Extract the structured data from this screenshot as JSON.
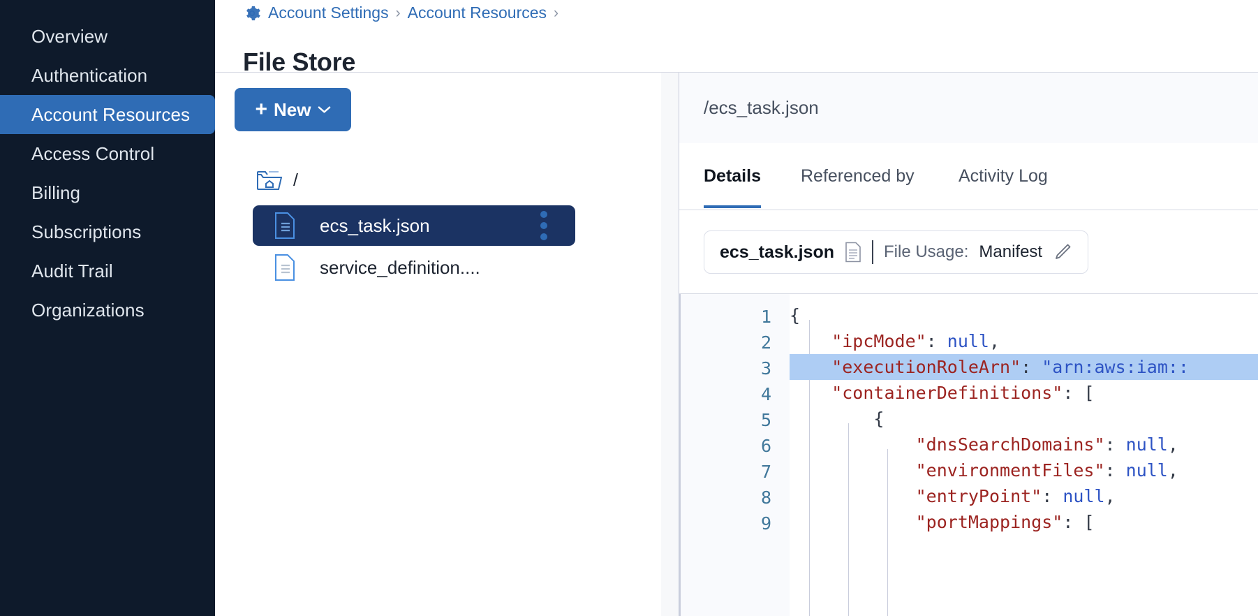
{
  "sidebar": {
    "items": [
      {
        "label": "Overview",
        "active": false
      },
      {
        "label": "Authentication",
        "active": false
      },
      {
        "label": "Account Resources",
        "active": true
      },
      {
        "label": "Access Control",
        "active": false
      },
      {
        "label": "Billing",
        "active": false
      },
      {
        "label": "Subscriptions",
        "active": false
      },
      {
        "label": "Audit Trail",
        "active": false
      },
      {
        "label": "Organizations",
        "active": false
      }
    ]
  },
  "header": {
    "gear_icon": "gear-icon",
    "breadcrumb": [
      {
        "label": "Account Settings"
      },
      {
        "label": "Account Resources"
      }
    ],
    "separator": "›",
    "title": "File Store"
  },
  "tree": {
    "new_button": {
      "plus": "+",
      "label": "New",
      "chevron": "chevron-down-icon"
    },
    "root": {
      "icon": "folder-home-icon",
      "label": "/"
    },
    "files": [
      {
        "name": "ecs_task.json",
        "icon": "file-icon",
        "selected": true,
        "menu": "kebab-menu-icon"
      },
      {
        "name": "service_definition....",
        "icon": "file-icon",
        "selected": false
      }
    ]
  },
  "detail": {
    "path": "/ecs_task.json",
    "tabs": [
      {
        "label": "Details",
        "active": true
      },
      {
        "label": "Referenced by",
        "active": false
      },
      {
        "label": "Activity Log",
        "active": false
      }
    ],
    "usage_card": {
      "file_name": "ecs_task.json",
      "file_icon": "document-icon",
      "usage_label": "File Usage:",
      "usage_value": "Manifest",
      "edit_icon": "pencil-icon"
    }
  },
  "editor": {
    "line_numbers": [
      "1",
      "2",
      "3",
      "4",
      "5",
      "6",
      "7",
      "8",
      "9"
    ],
    "highlighted_line": 3,
    "lines": [
      {
        "n": 1,
        "text": "{"
      },
      {
        "n": 2,
        "text": "    \"ipcMode\": null,"
      },
      {
        "n": 3,
        "text": "    \"executionRoleArn\": \"arn:aws:iam::"
      },
      {
        "n": 4,
        "text": "    \"containerDefinitions\": ["
      },
      {
        "n": 5,
        "text": "        {"
      },
      {
        "n": 6,
        "text": "            \"dnsSearchDomains\": null,"
      },
      {
        "n": 7,
        "text": "            \"environmentFiles\": null,"
      },
      {
        "n": 8,
        "text": "            \"entryPoint\": null,"
      },
      {
        "n": 9,
        "text": "            \"portMappings\": ["
      }
    ]
  },
  "colors": {
    "sidebar_bg": "#0e1a2b",
    "accent": "#2f6cb5",
    "selected_row": "#1b3363",
    "code_highlight": "#aecdf4",
    "key_color": "#9c2421",
    "value_color": "#2d53c4"
  }
}
